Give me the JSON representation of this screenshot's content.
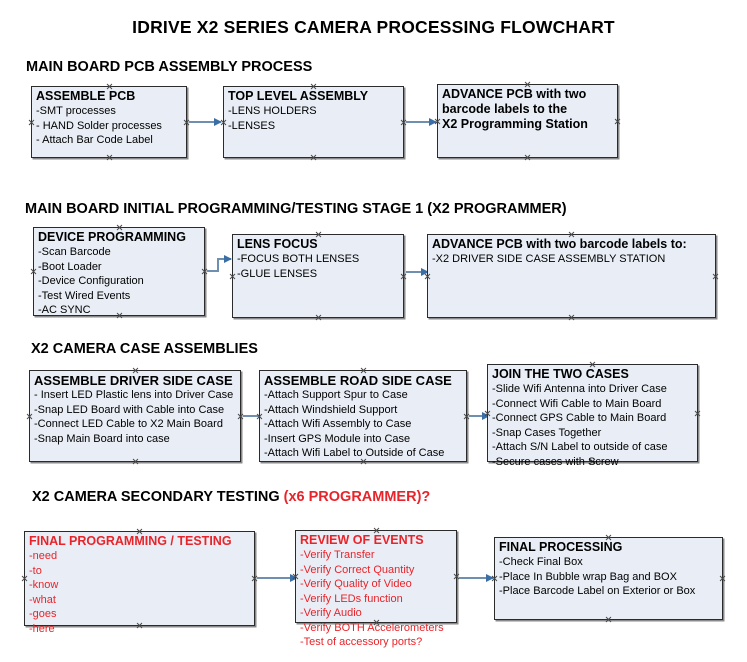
{
  "title": "IDRIVE X2  SERIES CAMERA PROCESSING FLOWCHART",
  "colors": {
    "box_fill": "#e9eef6",
    "box_border": "#2b2b2b",
    "arrow": "#6f8fb0",
    "text": "#000000",
    "accent_red": "#e8242a"
  },
  "sections": [
    {
      "header": "MAIN BOARD PCB ASSEMBLY PROCESS",
      "header_accent": "",
      "boxes": [
        {
          "title": "ASSEMBLE PCB",
          "lines": [
            "-SMT processes",
            "- HAND Solder processes",
            "- Attach Bar Code Label"
          ]
        },
        {
          "title": "TOP LEVEL ASSEMBLY",
          "lines": [
            "-LENS HOLDERS",
            "-LENSES"
          ]
        },
        {
          "title": "ADVANCE PCB with two",
          "lines": [
            "barcode labels to the",
            " X2 Programming Station"
          ]
        }
      ]
    },
    {
      "header": "MAIN BOARD INITIAL PROGRAMMING/TESTING STAGE 1 (X2 PROGRAMMER)",
      "header_accent": "",
      "boxes": [
        {
          "title": "DEVICE PROGRAMMING",
          "lines": [
            "-Scan Barcode",
            "-Boot Loader",
            "-Device Configuration",
            "-Test Wired Events",
            "-AC SYNC"
          ]
        },
        {
          "title": "LENS FOCUS",
          "lines": [
            "-FOCUS BOTH LENSES",
            "-GLUE LENSES"
          ]
        },
        {
          "title": "ADVANCE PCB with two barcode labels to:",
          "lines": [
            "-X2 DRIVER  SIDE  CASE  ASSEMBLY STATION"
          ]
        }
      ]
    },
    {
      "header": "X2 CAMERA CASE ASSEMBLIES",
      "header_accent": "",
      "boxes": [
        {
          "title": "ASSEMBLE DRIVER SIDE CASE",
          "lines": [
            "- Insert LED Plastic lens into Driver Case",
            "-Snap LED Board with Cable into Case",
            "-Connect LED Cable to X2 Main Board",
            "-Snap Main Board into case"
          ]
        },
        {
          "title": "ASSEMBLE ROAD SIDE CASE",
          "lines": [
            "-Attach Support Spur to Case",
            "-Attach Windshield Support",
            "-Attach Wifi Assembly to Case",
            "-Insert GPS Module into Case",
            "-Attach Wifi Label to Outside of Case"
          ]
        },
        {
          "title": "JOIN THE TWO CASES",
          "lines": [
            "-Slide Wifi Antenna into Driver Case",
            "-Connect Wifi Cable to Main Board",
            "-Connect GPS Cable to Main Board",
            "-Snap Cases Together",
            "-Attach S/N Label to outside of case",
            "-Secure cases with Screw"
          ]
        }
      ]
    },
    {
      "header": "X2 CAMERA SECONDARY TESTING ",
      "header_accent": "(x6 PROGRAMMER)?",
      "boxes": [
        {
          "title": "FINAL PROGRAMMING / TESTING",
          "lines": [
            "-need",
            "-to",
            "-know",
            "-what",
            "-goes",
            "-here"
          ]
        },
        {
          "title": "REVIEW OF EVENTS",
          "lines": [
            "-Verify Transfer",
            "-Verify Correct Quantity",
            "-Verify Quality of Video",
            "-Verify LEDs function",
            "-Verify Audio",
            "-Verify BOTH Accelerometers"
          ],
          "overflow_line": "-Test of accessory ports?"
        },
        {
          "title": "FINAL PROCESSING",
          "lines": [
            " -Check Final Box",
            "-Place In Bubble wrap Bag and BOX",
            "-Place Barcode Label on Exterior or Box"
          ]
        }
      ]
    }
  ]
}
